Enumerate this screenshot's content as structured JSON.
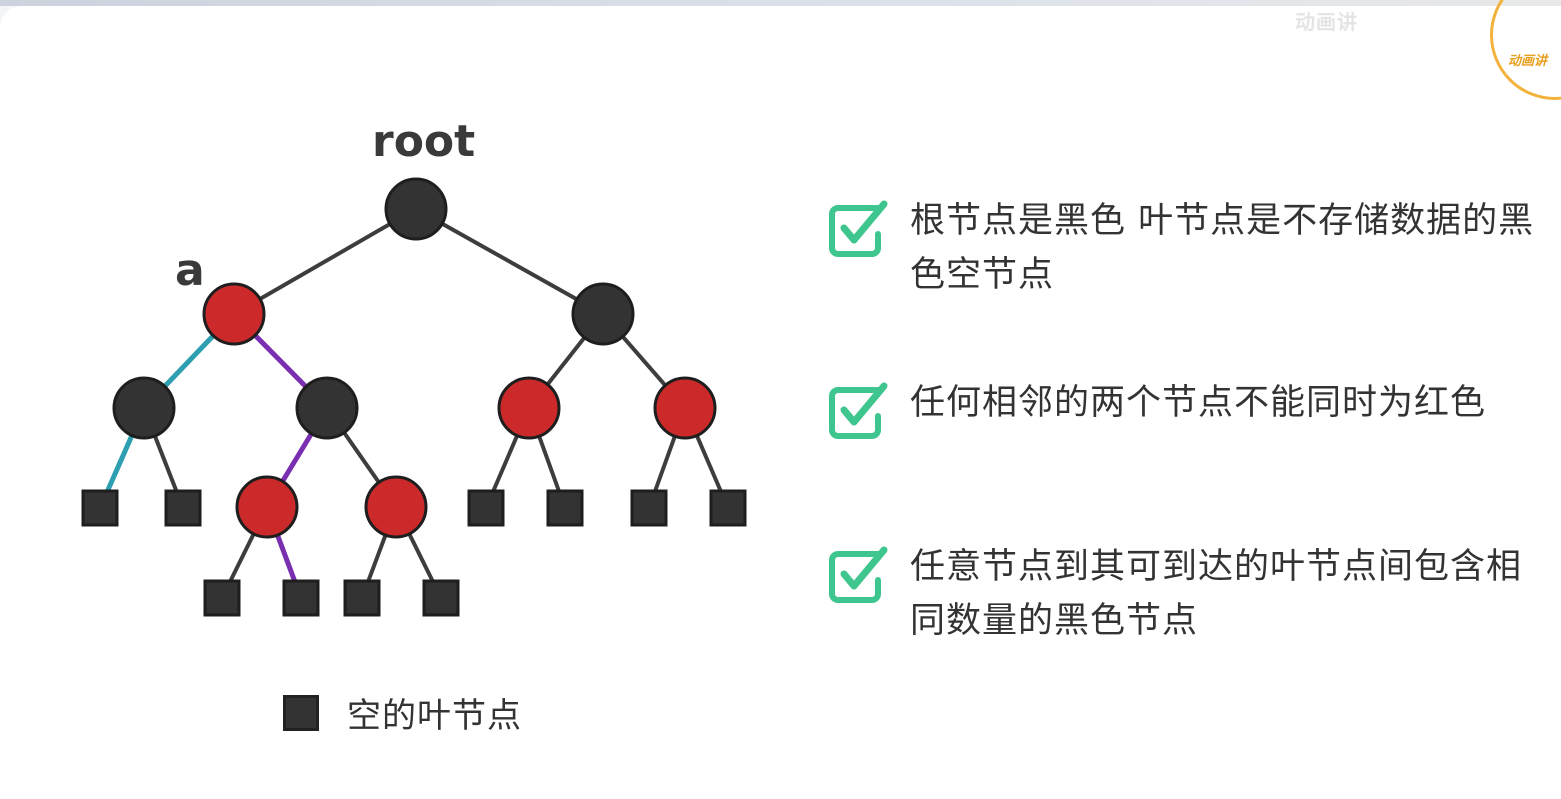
{
  "tree": {
    "root_label": "root",
    "node_a_label": "a",
    "colors": {
      "black_node": "#333333",
      "red_node": "#cc2a2a",
      "edge": "#3d3d3d",
      "path_teal": "#2e9fb0",
      "path_purple": "#7a2fb0"
    },
    "nodes": [
      {
        "id": "root",
        "color": "black",
        "shape": "circle"
      },
      {
        "id": "a",
        "color": "red",
        "shape": "circle"
      },
      {
        "id": "r1",
        "color": "black",
        "shape": "circle"
      },
      {
        "id": "a-left",
        "color": "black",
        "shape": "circle"
      },
      {
        "id": "a-right",
        "color": "black",
        "shape": "circle"
      },
      {
        "id": "r1-left",
        "color": "red",
        "shape": "circle"
      },
      {
        "id": "r1-right",
        "color": "red",
        "shape": "circle"
      },
      {
        "id": "a-right-left",
        "color": "red",
        "shape": "circle"
      },
      {
        "id": "a-right-right",
        "color": "red",
        "shape": "circle"
      },
      {
        "id": "leaf-1",
        "color": "black",
        "shape": "square"
      },
      {
        "id": "leaf-2",
        "color": "black",
        "shape": "square"
      },
      {
        "id": "leaf-3",
        "color": "black",
        "shape": "square"
      },
      {
        "id": "leaf-4",
        "color": "black",
        "shape": "square"
      },
      {
        "id": "leaf-5",
        "color": "black",
        "shape": "square"
      },
      {
        "id": "leaf-6",
        "color": "black",
        "shape": "square"
      },
      {
        "id": "leaf-7",
        "color": "black",
        "shape": "square"
      },
      {
        "id": "leaf-8",
        "color": "black",
        "shape": "square"
      },
      {
        "id": "leaf-9",
        "color": "black",
        "shape": "square"
      },
      {
        "id": "leaf-10",
        "color": "black",
        "shape": "square"
      },
      {
        "id": "leaf-11",
        "color": "black",
        "shape": "square"
      },
      {
        "id": "leaf-12",
        "color": "black",
        "shape": "square"
      }
    ],
    "edges": [
      {
        "from": "root",
        "to": "a",
        "path": "none"
      },
      {
        "from": "root",
        "to": "r1",
        "path": "none"
      },
      {
        "from": "a",
        "to": "a-left",
        "path": "teal"
      },
      {
        "from": "a",
        "to": "a-right",
        "path": "purple"
      },
      {
        "from": "r1",
        "to": "r1-left",
        "path": "none"
      },
      {
        "from": "r1",
        "to": "r1-right",
        "path": "none"
      },
      {
        "from": "a-left",
        "to": "leaf-1",
        "path": "teal"
      },
      {
        "from": "a-left",
        "to": "leaf-2",
        "path": "none"
      },
      {
        "from": "a-right",
        "to": "a-right-left",
        "path": "purple"
      },
      {
        "from": "a-right",
        "to": "a-right-right",
        "path": "none"
      },
      {
        "from": "a-right-left",
        "to": "leaf-3",
        "path": "none"
      },
      {
        "from": "a-right-left",
        "to": "leaf-4",
        "path": "purple"
      },
      {
        "from": "a-right-right",
        "to": "leaf-5",
        "path": "none"
      },
      {
        "from": "a-right-right",
        "to": "leaf-6",
        "path": "none"
      },
      {
        "from": "r1-left",
        "to": "leaf-7",
        "path": "none"
      },
      {
        "from": "r1-left",
        "to": "leaf-8",
        "path": "none"
      },
      {
        "from": "r1-right",
        "to": "leaf-9",
        "path": "none"
      },
      {
        "from": "r1-right",
        "to": "leaf-10",
        "path": "none"
      }
    ]
  },
  "legend": {
    "label": "空的叶节点",
    "swatch_color": "#333333"
  },
  "rules": [
    {
      "text": "根节点是黑色 叶节点是不存储数据的黑色空节点",
      "icon": "checkbox-checked-icon"
    },
    {
      "text": "任何相邻的两个节点不能同时为红色",
      "icon": "checkbox-checked-icon"
    },
    {
      "text": "任意节点到其可到达的叶节点间包含相同数量的黑色节点",
      "icon": "checkbox-checked-icon"
    }
  ],
  "check_color": "#3ec68e",
  "logo": {
    "text": "动画讲",
    "accent": "#f3b23b"
  }
}
